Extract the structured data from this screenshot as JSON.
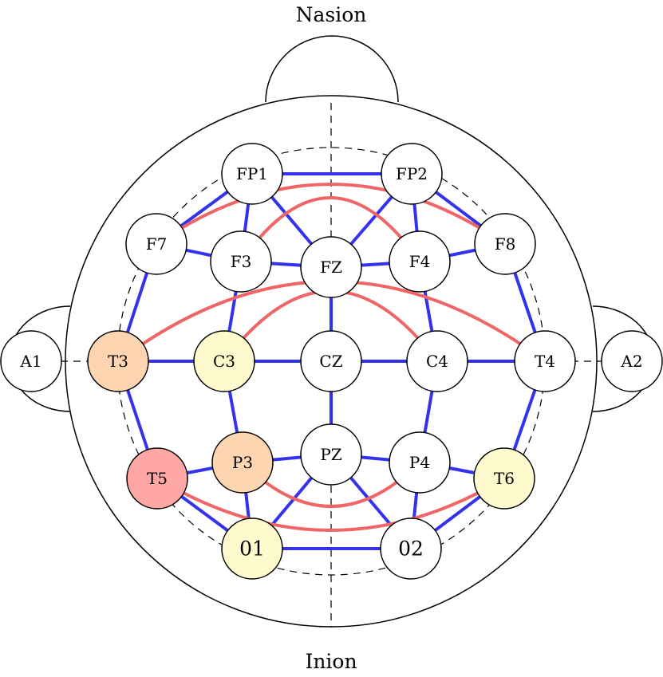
{
  "labels": {
    "top": "Nasion",
    "bottom": "Inion"
  },
  "colors": {
    "edge": "#3333ee",
    "highlight_edge": "#f06666",
    "node_default": "#ffffff",
    "node_orange": "#fdd5b1",
    "node_yellow": "#fffacd",
    "node_red": "#ffa6a6",
    "outline": "#000000"
  },
  "electrodes": [
    {
      "id": "FP1",
      "label": "FP1",
      "fill": "node_default"
    },
    {
      "id": "FP2",
      "label": "FP2",
      "fill": "node_default"
    },
    {
      "id": "F7",
      "label": "F7",
      "fill": "node_default"
    },
    {
      "id": "F3",
      "label": "F3",
      "fill": "node_default"
    },
    {
      "id": "FZ",
      "label": "FZ",
      "fill": "node_default"
    },
    {
      "id": "F4",
      "label": "F4",
      "fill": "node_default"
    },
    {
      "id": "F8",
      "label": "F8",
      "fill": "node_default"
    },
    {
      "id": "A1",
      "label": "A1",
      "fill": "node_default"
    },
    {
      "id": "T3",
      "label": "T3",
      "fill": "node_orange"
    },
    {
      "id": "C3",
      "label": "C3",
      "fill": "node_yellow"
    },
    {
      "id": "CZ",
      "label": "CZ",
      "fill": "node_default"
    },
    {
      "id": "C4",
      "label": "C4",
      "fill": "node_default"
    },
    {
      "id": "T4",
      "label": "T4",
      "fill": "node_default"
    },
    {
      "id": "A2",
      "label": "A2",
      "fill": "node_default"
    },
    {
      "id": "T5",
      "label": "T5",
      "fill": "node_red"
    },
    {
      "id": "P3",
      "label": "P3",
      "fill": "node_orange"
    },
    {
      "id": "PZ",
      "label": "PZ",
      "fill": "node_default"
    },
    {
      "id": "P4",
      "label": "P4",
      "fill": "node_default"
    },
    {
      "id": "T6",
      "label": "T6",
      "fill": "node_yellow"
    },
    {
      "id": "O1",
      "label": "01",
      "fill": "node_yellow"
    },
    {
      "id": "O2",
      "label": "02",
      "fill": "node_default"
    }
  ],
  "connections": [
    [
      "FP1",
      "FP2"
    ],
    [
      "FP1",
      "F7"
    ],
    [
      "FP1",
      "F3"
    ],
    [
      "FP1",
      "FZ"
    ],
    [
      "FP2",
      "F8"
    ],
    [
      "FP2",
      "F4"
    ],
    [
      "FP2",
      "FZ"
    ],
    [
      "F7",
      "F3"
    ],
    [
      "F3",
      "FZ"
    ],
    [
      "FZ",
      "F4"
    ],
    [
      "F4",
      "F8"
    ],
    [
      "F7",
      "T3"
    ],
    [
      "F8",
      "T4"
    ],
    [
      "F3",
      "C3"
    ],
    [
      "FZ",
      "CZ"
    ],
    [
      "F4",
      "C4"
    ],
    [
      "T3",
      "C3"
    ],
    [
      "C3",
      "CZ"
    ],
    [
      "CZ",
      "C4"
    ],
    [
      "C4",
      "T4"
    ],
    [
      "T3",
      "T5"
    ],
    [
      "T4",
      "T6"
    ],
    [
      "C3",
      "P3"
    ],
    [
      "CZ",
      "PZ"
    ],
    [
      "C4",
      "P4"
    ],
    [
      "T5",
      "P3"
    ],
    [
      "P3",
      "PZ"
    ],
    [
      "PZ",
      "P4"
    ],
    [
      "P4",
      "T6"
    ],
    [
      "T5",
      "O1"
    ],
    [
      "P3",
      "O1"
    ],
    [
      "PZ",
      "O1"
    ],
    [
      "PZ",
      "O2"
    ],
    [
      "P4",
      "O2"
    ],
    [
      "T6",
      "O2"
    ],
    [
      "O1",
      "O2"
    ]
  ],
  "highlighted_connections": [
    [
      "F7",
      "F8"
    ],
    [
      "F3",
      "F4"
    ],
    [
      "T3",
      "T4"
    ],
    [
      "C3",
      "C4"
    ],
    [
      "T5",
      "T6"
    ],
    [
      "P3",
      "P4"
    ]
  ]
}
